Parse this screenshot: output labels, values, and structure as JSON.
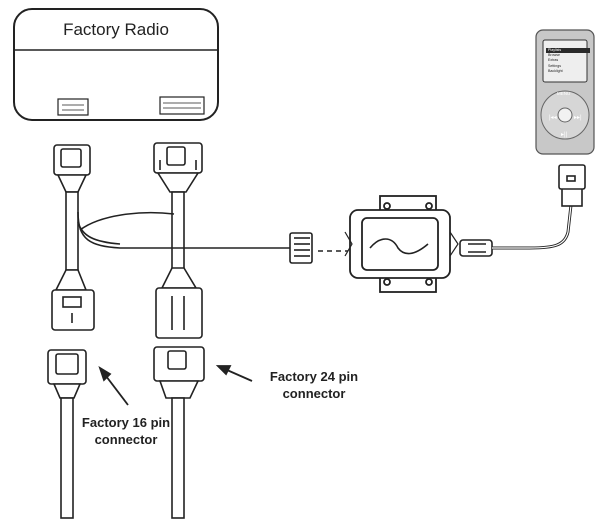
{
  "radio": {
    "title": "Factory Radio"
  },
  "labels": {
    "connector16_line1": "Factory 16 pin",
    "connector16_line2": "connector",
    "connector24_line1": "Factory 24 pin",
    "connector24_line2": "connector"
  },
  "ipod": {
    "menu_items": [
      "Playlists",
      "Browse",
      "Extras",
      "Settings",
      "Backlight"
    ],
    "wheel_label": "MENU"
  },
  "colors": {
    "line": "#222222",
    "ipod_body": "#c8c8c8"
  }
}
